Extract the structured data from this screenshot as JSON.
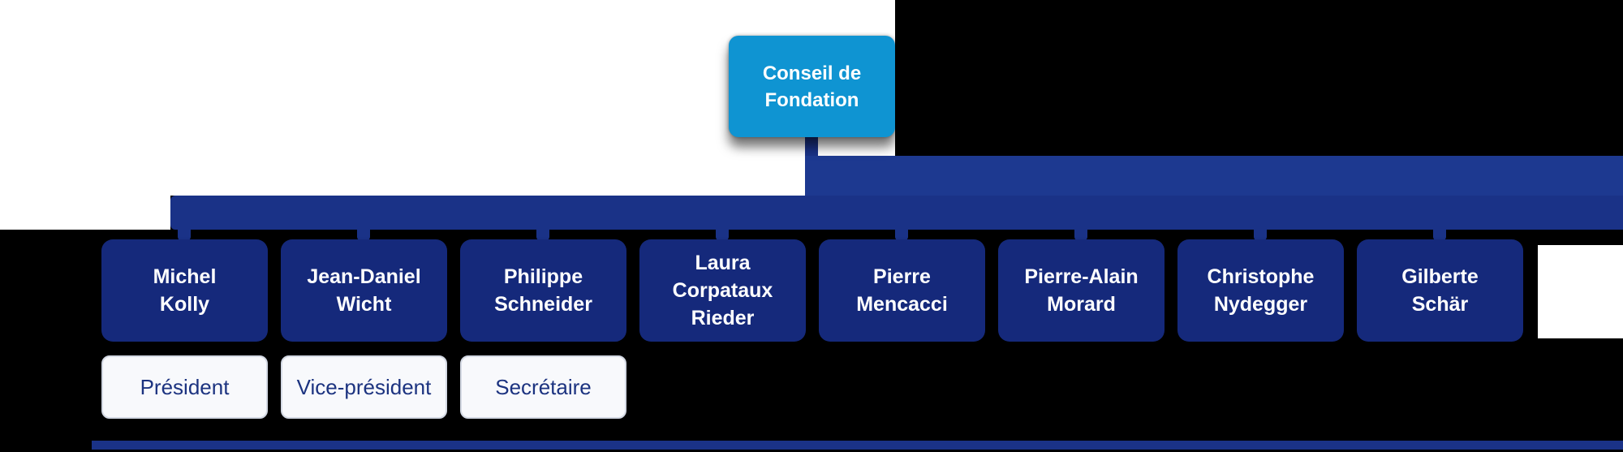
{
  "org": {
    "root_label": "Conseil de\nFondation",
    "members": [
      {
        "name": "Michel\nKolly",
        "role": "Président"
      },
      {
        "name": "Jean-Daniel\nWicht",
        "role": "Vice-président"
      },
      {
        "name": "Philippe\nSchneider",
        "role": "Secrétaire"
      },
      {
        "name": "Laura\nCorpataux\nRieder"
      },
      {
        "name": "Pierre\nMencacci"
      },
      {
        "name": "Pierre-Alain\nMorard"
      },
      {
        "name": "Christophe\nNydegger"
      },
      {
        "name": "Gilberte\nSchär"
      }
    ],
    "roles": [
      {
        "label": "Président"
      },
      {
        "label": "Vice-président"
      },
      {
        "label": "Secrétaire"
      }
    ]
  },
  "colors": {
    "root_box": "#0f94d2",
    "member_box": "#15297b",
    "connector": "#1a3287",
    "connector_light": "#1d3990",
    "role_box_bg": "#f8f9fc",
    "role_text": "#1c3380"
  }
}
